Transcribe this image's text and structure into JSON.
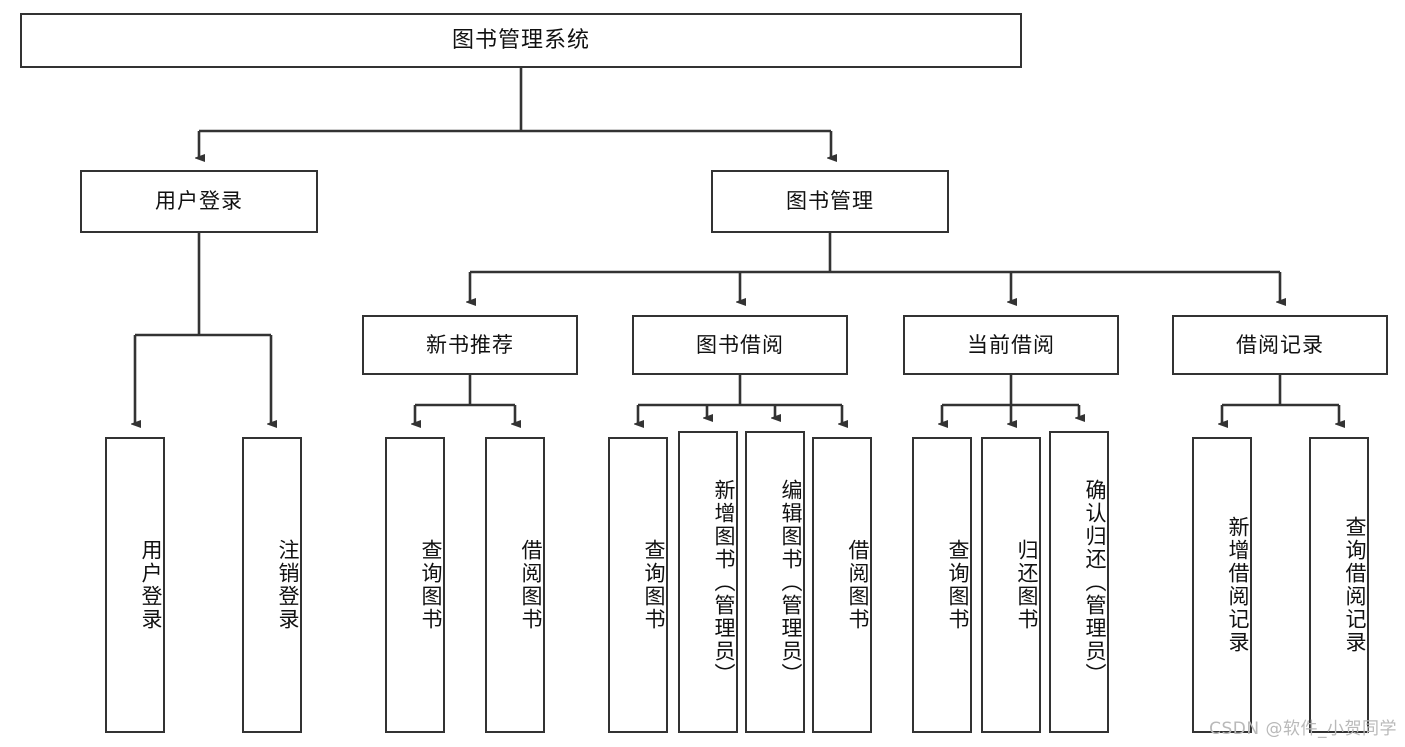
{
  "diagram": {
    "title": "图书管理系统",
    "type": "tree",
    "watermark": "CSDN @软件_小贺同学",
    "line_color": "#333333",
    "box_fill": "#ffffff",
    "text_color": "#111111"
  },
  "nodes": {
    "root": {
      "label": "图书管理系统"
    },
    "level2": [
      {
        "id": "user-login",
        "label": "用户登录"
      },
      {
        "id": "book-manage",
        "label": "图书管理"
      }
    ],
    "level3": [
      {
        "id": "new-book-recommend",
        "label": "新书推荐"
      },
      {
        "id": "book-borrow",
        "label": "图书借阅"
      },
      {
        "id": "current-borrow",
        "label": "当前借阅"
      },
      {
        "id": "borrow-record",
        "label": "借阅记录"
      }
    ],
    "leaves": {
      "user_login": [
        {
          "id": "leaf-user-login",
          "label": "用户登录"
        },
        {
          "id": "leaf-logout-login",
          "label": "注销登录"
        }
      ],
      "new_book_recommend": [
        {
          "id": "leaf-query-book-1",
          "label": "查询图书"
        },
        {
          "id": "leaf-borrow-book-1",
          "label": "借阅图书"
        }
      ],
      "book_borrow": [
        {
          "id": "leaf-query-book-2",
          "label": "查询图书"
        },
        {
          "id": "leaf-add-book",
          "label": "新增图书（管理员）"
        },
        {
          "id": "leaf-edit-book",
          "label": "编辑图书（管理员）"
        },
        {
          "id": "leaf-borrow-book-2",
          "label": "借阅图书"
        }
      ],
      "current_borrow": [
        {
          "id": "leaf-query-book-3",
          "label": "查询图书"
        },
        {
          "id": "leaf-return-book",
          "label": "归还图书"
        },
        {
          "id": "leaf-confirm-return",
          "label": "确认归还（管理员）"
        }
      ],
      "borrow_record": [
        {
          "id": "leaf-add-record",
          "label": "新增借阅记录"
        },
        {
          "id": "leaf-query-record",
          "label": "查询借阅记录"
        }
      ]
    }
  }
}
